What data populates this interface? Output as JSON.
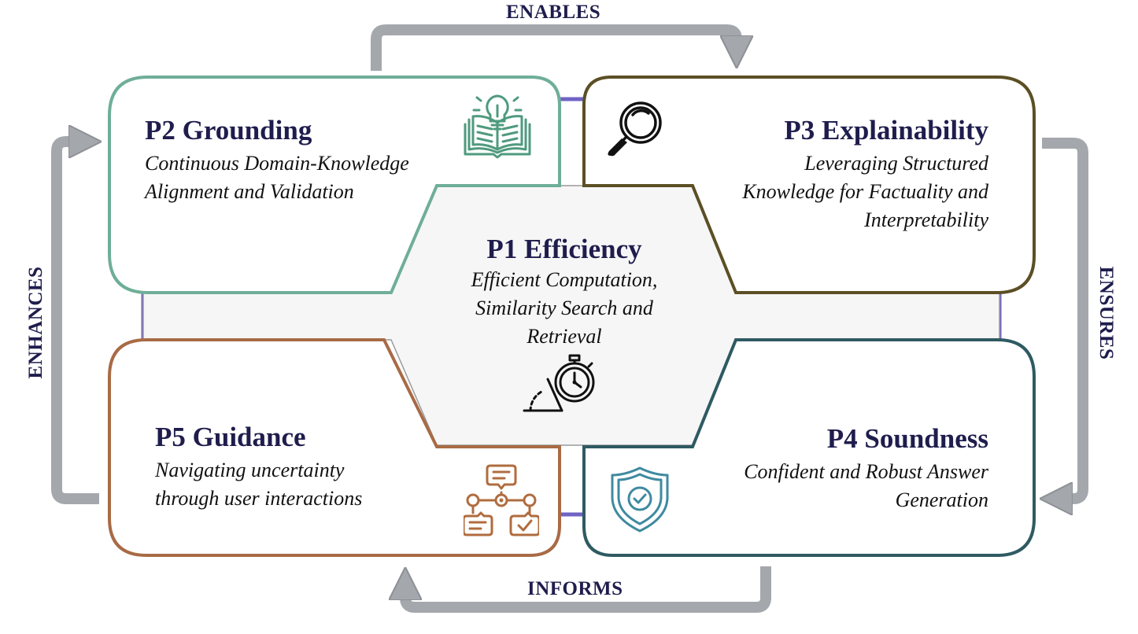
{
  "relations": {
    "top": "ENABLES",
    "left": "ENHANCES",
    "right": "ENSURES",
    "bottom": "INFORMS"
  },
  "p1": {
    "title": "P1 Efficiency",
    "subtitle_lines": [
      "Efficient Computation,",
      "Similarity Search and",
      "Retrieval"
    ],
    "icon": "stopwatch-icon",
    "color": "#9a9a9a"
  },
  "p2": {
    "title": "P2 Grounding",
    "subtitle_lines": [
      "Continuous Domain-Knowledge",
      "Alignment and Validation"
    ],
    "icon": "book-lightbulb-icon",
    "color": "#6fae98"
  },
  "p3": {
    "title": "P3 Explainability",
    "subtitle_lines": [
      "Leveraging Structured",
      "Knowledge for Factuality and",
      "Interpretability"
    ],
    "icon": "magnifier-icon",
    "color": "#5c4f25"
  },
  "p4": {
    "title": "P4 Soundness",
    "subtitle_lines": [
      "Confident and Robust Answer",
      "Generation"
    ],
    "icon": "shield-check-icon",
    "color": "#2f5a62"
  },
  "p5": {
    "title": "P5 Guidance",
    "subtitle_lines": [
      "Navigating uncertainty",
      "through user interactions"
    ],
    "icon": "flowchart-icon",
    "color": "#a86b45"
  },
  "colors": {
    "connector": "#6f63c4",
    "arrow": "#a4a8ad",
    "center_fill": "#f6f6f6",
    "text_dark": "#1f1d4d"
  }
}
